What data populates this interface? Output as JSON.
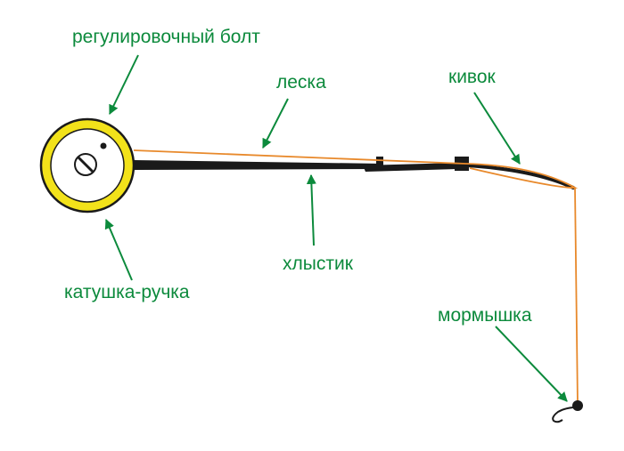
{
  "labels": {
    "bolt": "регулировочный болт",
    "line": "леска",
    "nod": "кивок",
    "rod": "хлыстик",
    "reel": "катушка-ручка",
    "jig": "мормышка"
  },
  "colors": {
    "label": "#0c8a3c",
    "arrow": "#0c8a3c",
    "line": "#e8892b",
    "reel_ring": "#f2e21a",
    "rod": "#1a1a1a"
  }
}
